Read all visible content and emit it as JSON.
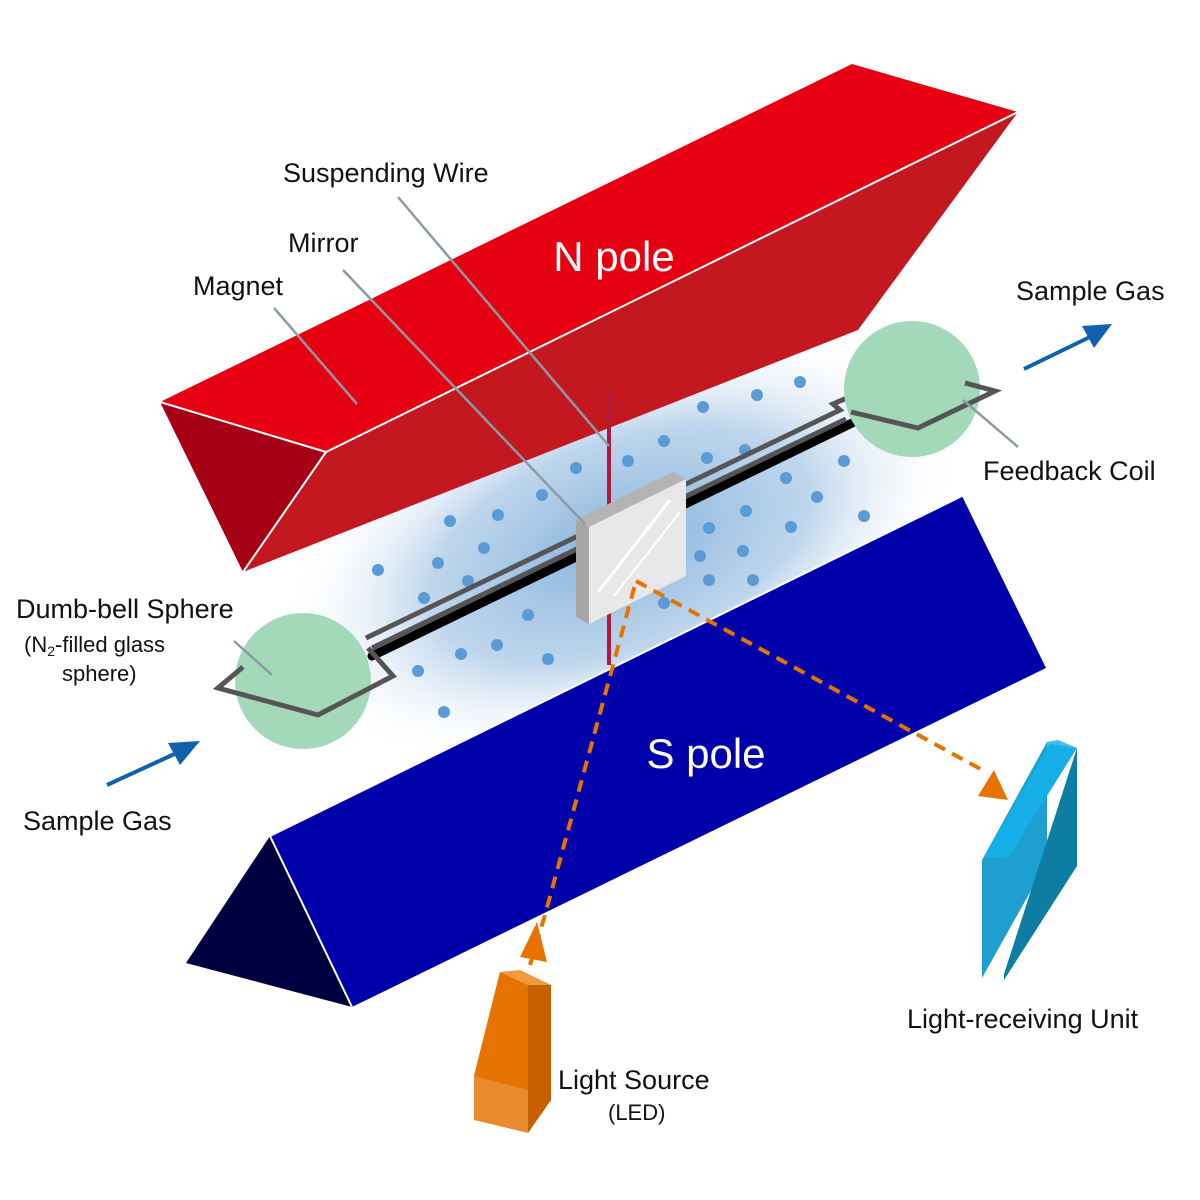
{
  "diagram": {
    "pole_labels": {
      "north": "N pole",
      "south": "S pole"
    },
    "labels": {
      "suspending_wire": "Suspending Wire",
      "mirror": "Mirror",
      "magnet": "Magnet",
      "sample_gas_out": "Sample Gas",
      "feedback_coil": "Feedback Coil",
      "dumbbell_line1": "Dumb-bell Sphere",
      "dumbbell_line2_prefix": "(N",
      "dumbbell_line2_sub": "2",
      "dumbbell_line2_suffix": "-filled glass",
      "dumbbell_line3": "sphere)",
      "sample_gas_in": "Sample Gas",
      "light_receiving_unit": "Light-receiving Unit",
      "light_source_line1": "Light Source",
      "light_source_line2": "(LED)"
    },
    "colors": {
      "n_pole_top": "#e60012",
      "n_pole_front": "#c3181f",
      "n_pole_end": "#a50014",
      "s_pole_top": "#0000aa",
      "s_pole_end": "#000040",
      "gas_cloud": "#8cb4dc",
      "gas_dots": "#5b9bd5",
      "sphere": "#a3d9b8",
      "light_path": "#e67300",
      "light_source": "#e67300",
      "receiver": "#1ea0d2",
      "arrow": "#1060b0",
      "leader": "#8c9aa6"
    }
  }
}
